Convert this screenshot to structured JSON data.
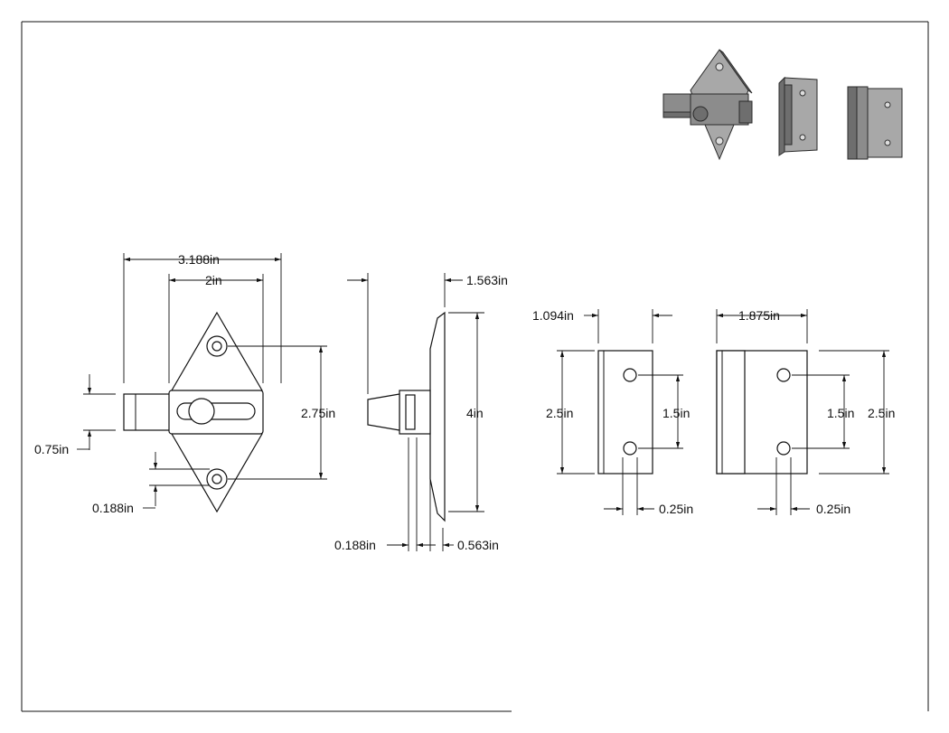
{
  "dimensions": {
    "latch_overall_width": "3.188in",
    "latch_plate_width": "2in",
    "latch_bolt_height": "0.75in",
    "latch_hole_spacing": "2.75in",
    "latch_hole_offset": "0.188in",
    "side_depth": "1.563in",
    "side_height": "4in",
    "side_thickness": "0.188in",
    "side_bolt_depth": "0.563in",
    "keeper_depth": "1.094in",
    "keeper_height": "2.5in",
    "keeper_hole_spacing": "1.5in",
    "keeper_hole_offset": "0.25in",
    "stop_width": "1.875in",
    "stop_hole_spacing": "1.5in",
    "stop_height": "2.5in",
    "stop_hole_offset": "0.25in"
  }
}
